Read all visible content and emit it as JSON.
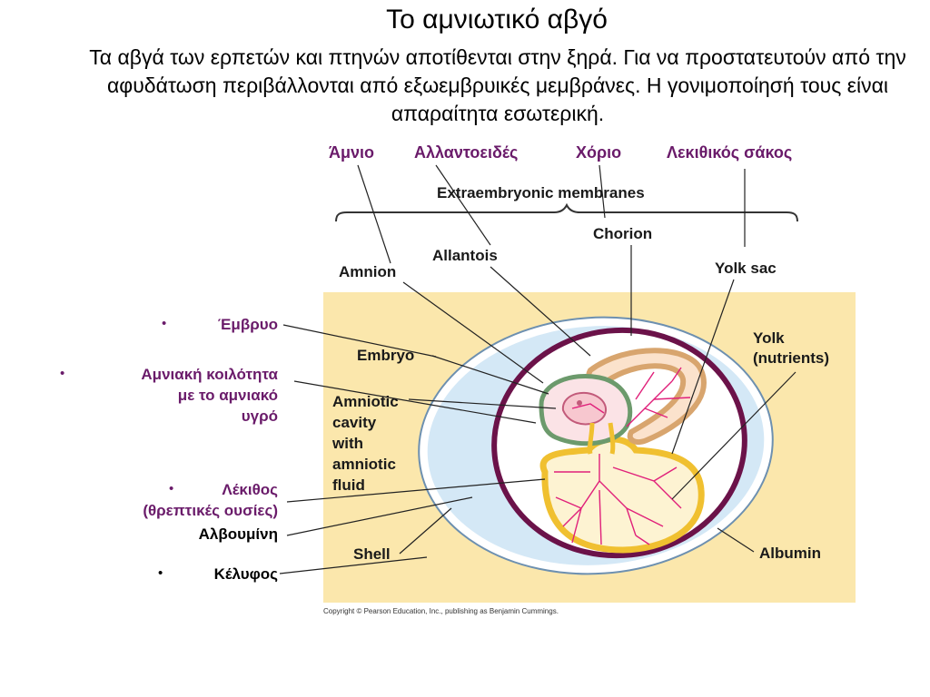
{
  "title": "Το αμνιωτικό αβγό",
  "subtitle": "Τα αβγά των ερπετών και πτηνών αποτίθενται στην ξηρά. Για να προστατευτούν από την αφυδάτωση περιβάλλονται από εξωεμβρυικές μεμβράνες. Η γονιμοποίησή τους είναι απαραίτητα εσωτερική.",
  "greek_top_labels": {
    "amnio": "Άμνιο",
    "allantoides": "Αλλαντοειδές",
    "chorio": "Χόριο",
    "lekithikos_sakos": "Λεκιθικός σάκος"
  },
  "left_labels": {
    "embryo": "Έμβρυο",
    "amniotic_cavity_line1": "Αμνιακή κοιλότητα",
    "amniotic_cavity_line2": "με το αμνιακό",
    "amniotic_cavity_line3": "υγρό",
    "yolk_line1": "Λέκιθος",
    "yolk_line2": "(θρεπτικές ουσίες)",
    "albumin": "Αλβουμίνη",
    "shell": "Κέλυφος"
  },
  "bullet_symbol": "•",
  "diagram_labels": {
    "extraembryonic_membranes": "Extraembryonic membranes",
    "chorion": "Chorion",
    "allantois": "Allantois",
    "amnion": "Amnion",
    "yolk_sac": "Yolk sac",
    "embryo": "Embryo",
    "yolk_line1": "Yolk",
    "yolk_line2": "(nutrients)",
    "amniotic_line1": "Amniotic",
    "amniotic_line2": "cavity",
    "amniotic_line3": "with",
    "amniotic_line4": "amniotic",
    "amniotic_line5": "fluid",
    "shell": "Shell",
    "albumin": "Albumin"
  },
  "copyright": "Copyright © Pearson Education, Inc., publishing as Benjamin Cummings.",
  "colors": {
    "panel_bg": "#fbe7ac",
    "albumin_fill": "#d4e8f6",
    "chorion": "#6b1249",
    "amnion": "#6c9a6c",
    "allantois": "#d8a56e",
    "yolk_membrane": "#f0c030",
    "vessels": "#e0207a",
    "greek_label": "#6a1b6a"
  }
}
